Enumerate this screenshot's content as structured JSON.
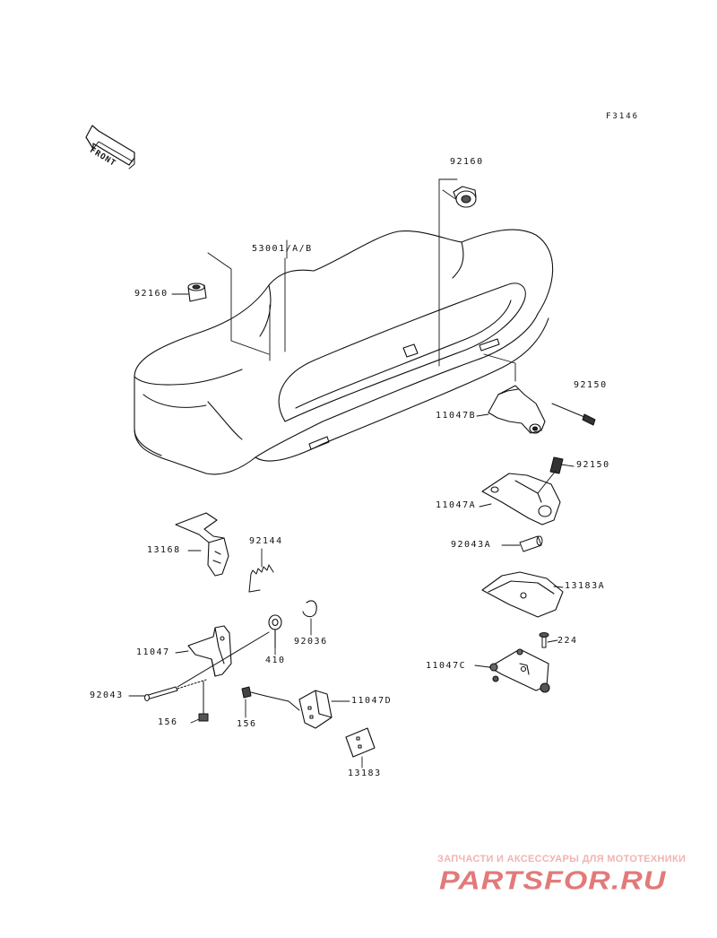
{
  "diagram": {
    "code": "F3146",
    "front_label": "FRONT",
    "parts": {
      "p92160_top": "92160",
      "p92160_left": "92160",
      "p53001": "53001/A/B",
      "p11047B": "11047B",
      "p92150_a": "92150",
      "p92150_b": "92150",
      "p11047A": "11047A",
      "p92043A": "92043A",
      "p13183A": "13183A",
      "p13168": "13168",
      "p92144": "92144",
      "p11047": "11047",
      "p410": "410",
      "p92036": "92036",
      "p224": "224",
      "p11047C": "11047C",
      "p92043": "92043",
      "p156_a": "156",
      "p156_b": "156",
      "p11047D": "11047D",
      "p13183": "13183"
    }
  },
  "watermark": {
    "tagline": "ЗАПЧАСТИ И АКСЕССУАРЫ ДЛЯ МОТОТЕХНИКИ",
    "logo": "PARTSFOR.RU",
    "color_light": "#f1b3b3",
    "color_dark": "#e27a7a"
  }
}
